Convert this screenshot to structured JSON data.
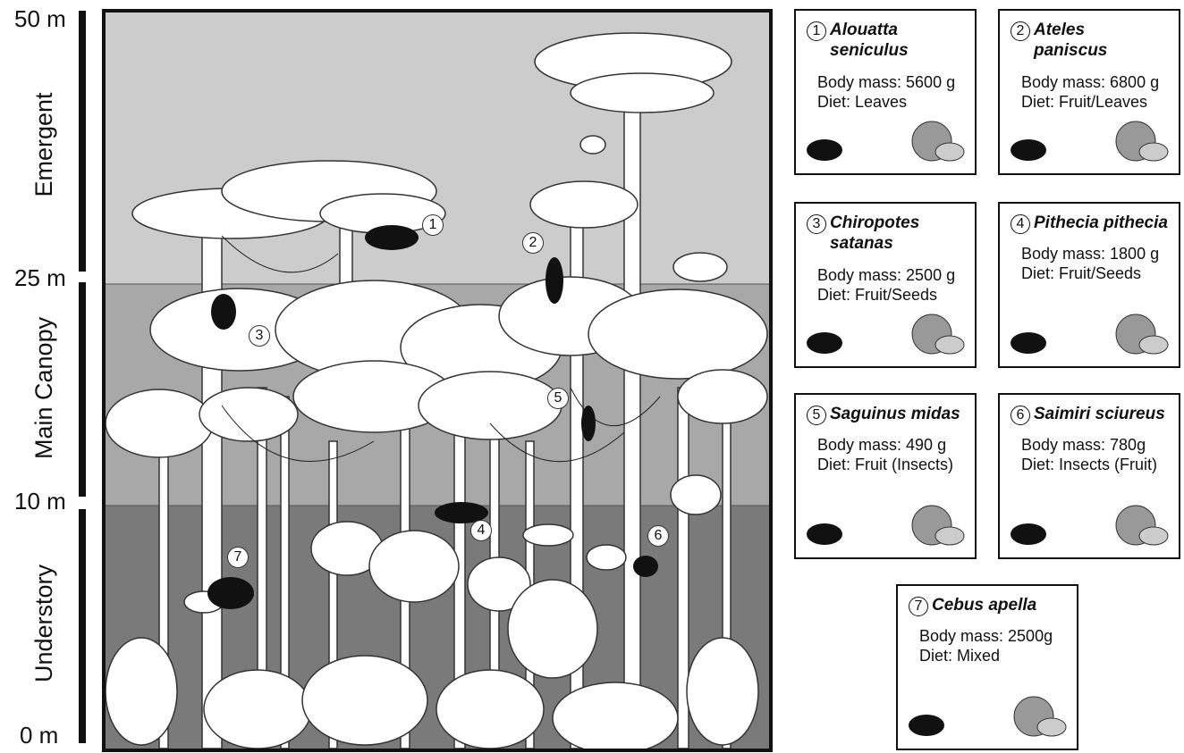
{
  "heights": {
    "top": "50 m",
    "h25": "25 m",
    "h10": "10 m",
    "bottom": "0 m"
  },
  "strata": {
    "emergent": "Emergent",
    "main_canopy": "Main Canopy",
    "understory": "Understory"
  },
  "colors": {
    "emergent_bg": "#cccccc",
    "canopy_bg": "#a8a8a8",
    "understory_bg": "#7a7a7a",
    "ink": "#111111"
  },
  "markers": [
    "1",
    "2",
    "3",
    "4",
    "5",
    "6",
    "7"
  ],
  "species": [
    {
      "num": "1",
      "name": "Alouatta\nseniculus",
      "mass": "Body mass: 5600 g",
      "diet": "Diet: Leaves",
      "icon": "leaves-icon"
    },
    {
      "num": "2",
      "name": "Ateles\npaniscus",
      "mass": "Body mass: 6800 g",
      "diet": "Diet: Fruit/Leaves",
      "icon": "fruit-icon"
    },
    {
      "num": "3",
      "name": "Chiropotes\nsatanas",
      "mass": "Body mass: 2500 g",
      "diet": "Diet: Fruit/Seeds",
      "icon": "fruit-seed-icon"
    },
    {
      "num": "4",
      "name": "Pithecia pithecia",
      "mass": "Body mass: 1800 g",
      "diet": "Diet: Fruit/Seeds",
      "icon": "fruit-seed-icon"
    },
    {
      "num": "5",
      "name": "Saguinus midas",
      "mass": "Body mass: 490 g",
      "diet": "Diet: Fruit (Insects)",
      "icon": "fruit-insect-icon"
    },
    {
      "num": "6",
      "name": "Saimiri sciureus",
      "mass": "Body mass: 780g",
      "diet": "Diet: Insects (Fruit)",
      "icon": "fruit-insect-icon"
    },
    {
      "num": "7",
      "name": "Cebus apella",
      "mass": "Body mass: 2500g",
      "diet": "Diet: Mixed",
      "icon": "fruit-nut-icon"
    }
  ]
}
